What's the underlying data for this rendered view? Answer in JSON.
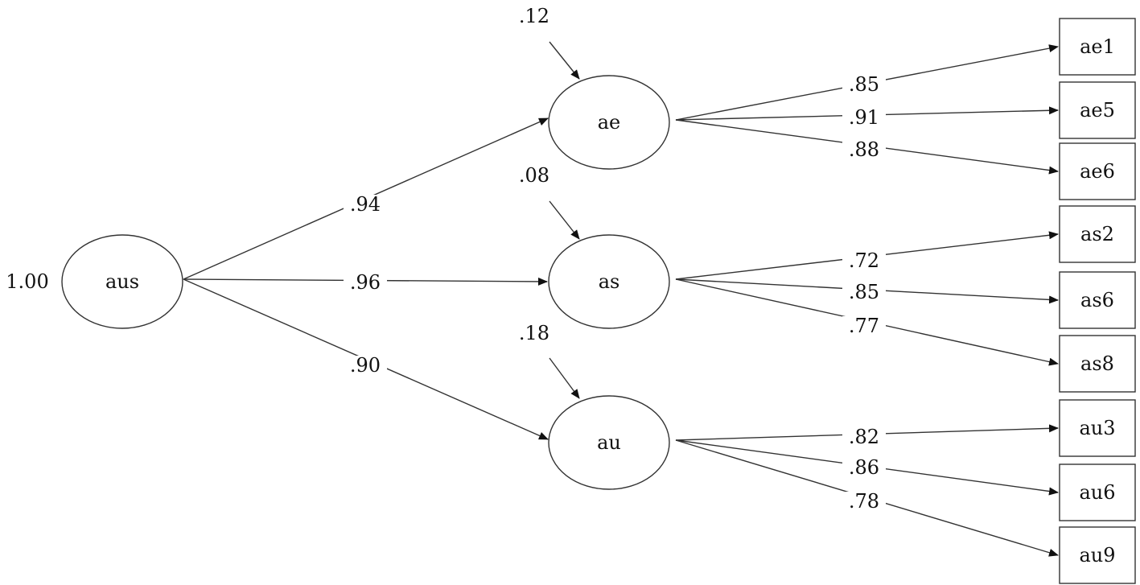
{
  "diagram": {
    "latent_factors": [
      {
        "id": "aus",
        "label": "aus",
        "variance": "1.00"
      },
      {
        "id": "ae",
        "label": "ae",
        "residual": ".12"
      },
      {
        "id": "as",
        "label": "as",
        "residual": ".08"
      },
      {
        "id": "au",
        "label": "au",
        "residual": ".18"
      }
    ],
    "indicators": [
      {
        "id": "ae1",
        "label": "ae1"
      },
      {
        "id": "ae5",
        "label": "ae5"
      },
      {
        "id": "ae6",
        "label": "ae6"
      },
      {
        "id": "as2",
        "label": "as2"
      },
      {
        "id": "as6",
        "label": "as6"
      },
      {
        "id": "as8",
        "label": "as8"
      },
      {
        "id": "au3",
        "label": "au3"
      },
      {
        "id": "au6",
        "label": "au6"
      },
      {
        "id": "au9",
        "label": "au9"
      }
    ],
    "paths": [
      {
        "from": "aus",
        "to": "ae",
        "coefficient": ".94"
      },
      {
        "from": "aus",
        "to": "as",
        "coefficient": ".96"
      },
      {
        "from": "aus",
        "to": "au",
        "coefficient": ".90"
      },
      {
        "from": "ae",
        "to": "ae1",
        "coefficient": ".85"
      },
      {
        "from": "ae",
        "to": "ae5",
        "coefficient": ".91"
      },
      {
        "from": "ae",
        "to": "ae6",
        "coefficient": ".88"
      },
      {
        "from": "as",
        "to": "as2",
        "coefficient": ".72"
      },
      {
        "from": "as",
        "to": "as6",
        "coefficient": ".85"
      },
      {
        "from": "as",
        "to": "as8",
        "coefficient": ".77"
      },
      {
        "from": "au",
        "to": "au3",
        "coefficient": ".82"
      },
      {
        "from": "au",
        "to": "au6",
        "coefficient": ".86"
      },
      {
        "from": "au",
        "to": "au9",
        "coefficient": ".78"
      }
    ]
  }
}
